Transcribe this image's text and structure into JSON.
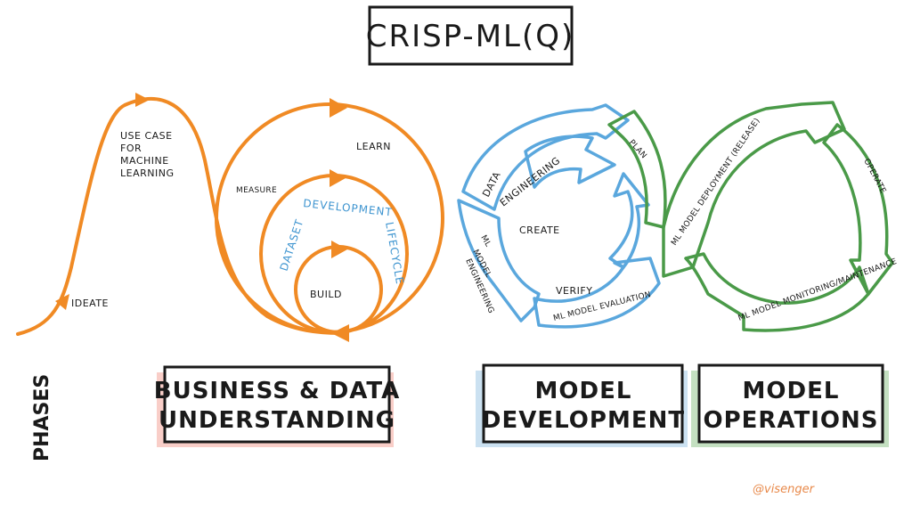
{
  "title": "CRISP-ML(Q)",
  "colors": {
    "orange": "#f08a24",
    "blue": "#5aa7dd",
    "green": "#4a9a48",
    "ink": "#1a1a1a"
  },
  "phases_label": "PHASES",
  "orange_labels": {
    "use_case": [
      "USE CASE",
      "FOR",
      "MACHINE",
      "LEARNING"
    ],
    "ideate": "IDEATE",
    "measure": "MEASURE",
    "learn": "LEARN",
    "build": "BUILD",
    "dataset": "DATASET",
    "development": "DEVELOPMENT",
    "lifecycle": "LIFECYCLE"
  },
  "blue_labels": {
    "data_engineering": [
      "DATA",
      "ENGINEERING"
    ],
    "create": "CREATE",
    "ml_model_engineering": [
      "ML",
      "MODEL",
      "ENGINEERING"
    ],
    "verify": "VERIFY",
    "ml_model_evaluation": "ML MODEL EVALUATION"
  },
  "green_labels": {
    "plan": "PLAN",
    "ml_model_deployment": "ML MODEL DEPLOYMENT (RELEASE)",
    "operate": "OPERATE",
    "monitoring": "ML MODEL MONITORING/MAINTENANCE"
  },
  "phases": [
    {
      "lines": [
        "BUSINESS & DATA",
        "UNDERSTANDING"
      ],
      "color": "#f4a69a"
    },
    {
      "lines": [
        "MODEL",
        "DEVELOPMENT"
      ],
      "color": "#a8cde8"
    },
    {
      "lines": [
        "MODEL",
        "OPERATIONS"
      ],
      "color": "#9ccc98"
    }
  ],
  "signature": "@visenger"
}
